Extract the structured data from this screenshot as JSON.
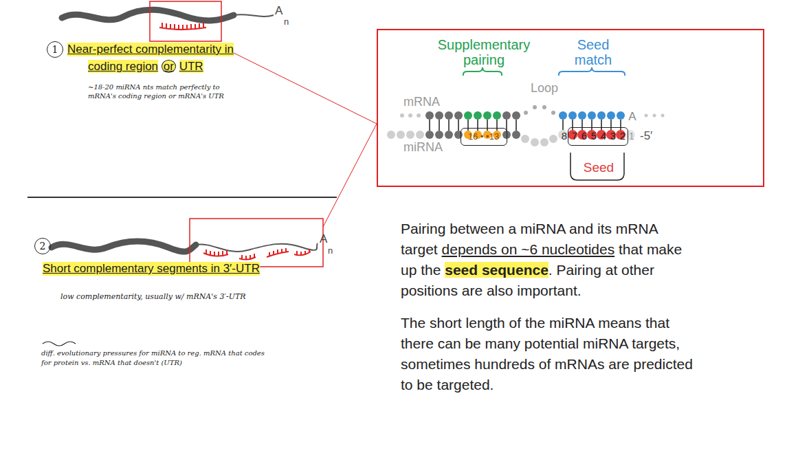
{
  "diagram": {
    "nodes": [
      {
        "text": [
          "Supplementary pairing",
          "Seed match",
          "mRNA",
          "Loop",
          "miRNA",
          "A",
          "8",
          "1",
          "-5′"
        ]
      },
      {
        "text": [
          "16 • •13"
        ],
        "in": 0
      },
      {
        "text": [
          "7",
          "6",
          "5",
          "4",
          "3",
          "2",
          "Seed"
        ],
        "in": 0
      }
    ],
    "labels": [
      "1",
      "A",
      "n",
      "Near-perfect complementarity in",
      "coding region",
      "or",
      "UTR",
      "~18-20 miRNA nts match perfectly to mRNA's coding region or mRNA's UTR",
      "2",
      "A",
      "n",
      "Short complementary segments in 3′-UTR",
      "low complementarity, usually w/ mRNA's 3′-UTR",
      "diff. evolutionary pressures for miRNA to reg. mRNA that codes for protein vs. mRNA that doesn't (UTR)",
      "Pairing between a miRNA and its mRNA target",
      "depends on ~6 nucleotides",
      "that make up the",
      "seed sequence",
      ". Pairing at other positions are also important.",
      "The short length of the miRNA means that there can be many potential miRNA targets, sometimes hundreds of mRNAs are predicted to be targeted."
    ]
  }
}
